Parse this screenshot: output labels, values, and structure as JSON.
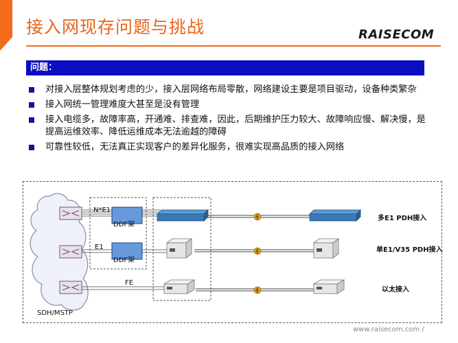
{
  "slide": {
    "title": "接入网现存问题与挑战",
    "logo": "RAISECOM",
    "section_label": "问题：",
    "bullets": [
      "对接入层整体规划考虑的少，接入层网络布局零散，网络建设主要是项目驱动，设备种类繁杂",
      "接入网统一管理难度大甚至是没有管理",
      "接入电缆多，故障率高，开通难、排查难，因此，后期维护压力较大、故障响应慢、解决慢，是提高运维效率、降低运维成本无法逾越的障碍",
      "可靠性较低，无法真正实现客户的差异化服务，很难实现高品质的接入网络"
    ],
    "footer_url": "www.raisecom.com /"
  },
  "diagram": {
    "cloud_label": "SDH/MSTP",
    "link_labels": {
      "ne1": "N*E1",
      "e1": "E1",
      "fe": "FE"
    },
    "ddf_labels": [
      "DDF架",
      "DDF架"
    ],
    "access_types": [
      "多E1 PDH接入",
      "单E1/V35  PDH接入",
      "以太接入"
    ],
    "icons": [
      "cloud-icon",
      "switch-icon",
      "rack-device-icon",
      "desktop-device-icon",
      "lightning-icon"
    ]
  },
  "colors": {
    "accent": "#f36b1c",
    "section_bar": "#0c0cc0",
    "bullet": "#12129a",
    "ddf_fill": "#6699dd",
    "rack_device": "#3a7ab8"
  }
}
